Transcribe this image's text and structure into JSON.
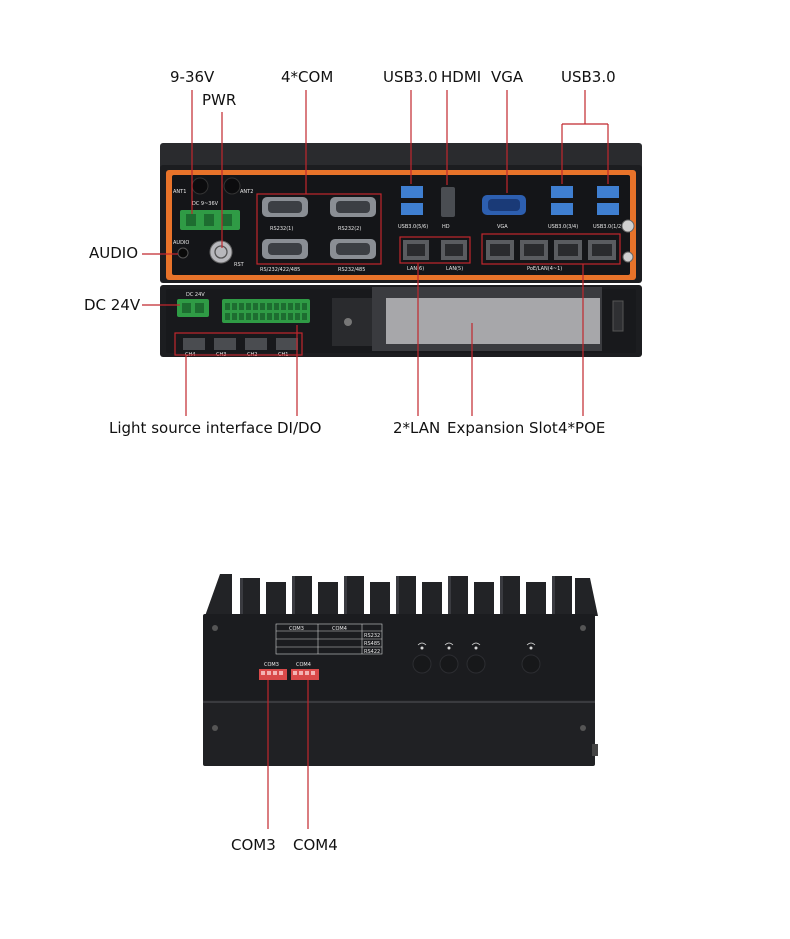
{
  "top_labels": {
    "dc_input": "9-36V",
    "pwr": "PWR",
    "com": "4*COM",
    "usb_left": "USB3.0",
    "hdmi": "HDMI",
    "vga": "VGA",
    "usb_right": "USB3.0",
    "audio": "AUDIO",
    "dc24": "DC 24V",
    "light_source": "Light source interface",
    "dido": "DI/DO",
    "lan": "2*LAN",
    "expansion": "Expansion Slot",
    "poe": "4*POE"
  },
  "bottom_labels": {
    "com3": "COM3",
    "com4": "COM4"
  },
  "panel_print": {
    "ant1": "ANT1",
    "ant2": "ANT2",
    "dc_rating": "DC 9~36V",
    "audio": "AUDIO",
    "rst": "RST",
    "rs232_1": "RS232(1)",
    "rs232_2": "RS232(2)",
    "rs_multi": "RS/232/422/485",
    "rs232_485": "RS232/485",
    "usb_56": "USB3.0(5/6)",
    "hd": "HD",
    "vga": "VGA",
    "usb_34": "USB3.0(3/4)",
    "usb_12": "USB3.0(1/2)",
    "lan6": "LAN(6)",
    "lan5": "LAN(5)",
    "poe": "PoE/LAN(4~1)",
    "dc24v": "DC 24V",
    "ch4": "CH4",
    "ch3": "CH3",
    "ch2": "CH2",
    "ch1": "CH1",
    "com3": "COM3",
    "com4": "COM4",
    "tbl_com3": "COM3",
    "tbl_com4": "COM4",
    "rs232": "RS232",
    "rs485": "RS485",
    "rs422": "RS422"
  },
  "colors": {
    "callout": "#c1272d",
    "orange_panel": "#e8732a",
    "chassis": "#1c1d20"
  }
}
